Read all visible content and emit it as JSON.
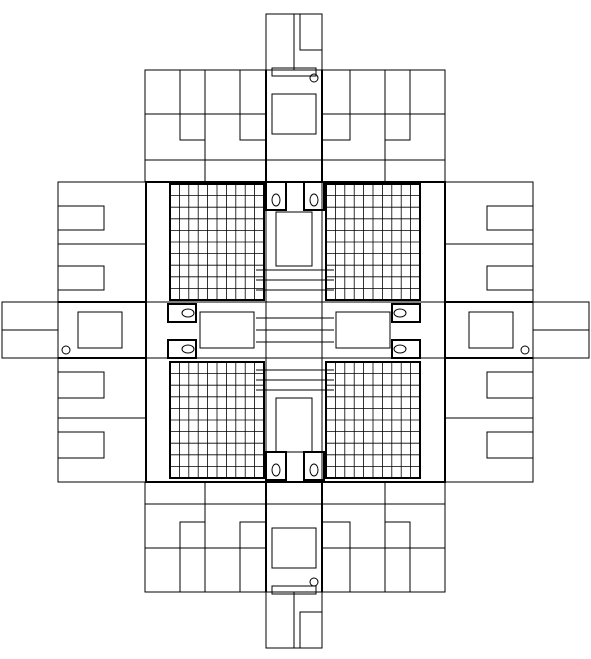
{
  "drawing": {
    "type": "architectural floor plan",
    "line_color": "#000000",
    "background": "#ffffff",
    "grid_panels": {
      "count": 4,
      "columns": 10,
      "rows": 10
    },
    "wings": [
      "north",
      "south",
      "east",
      "west"
    ],
    "toilet_icons": 8,
    "circle_markers": 4
  }
}
